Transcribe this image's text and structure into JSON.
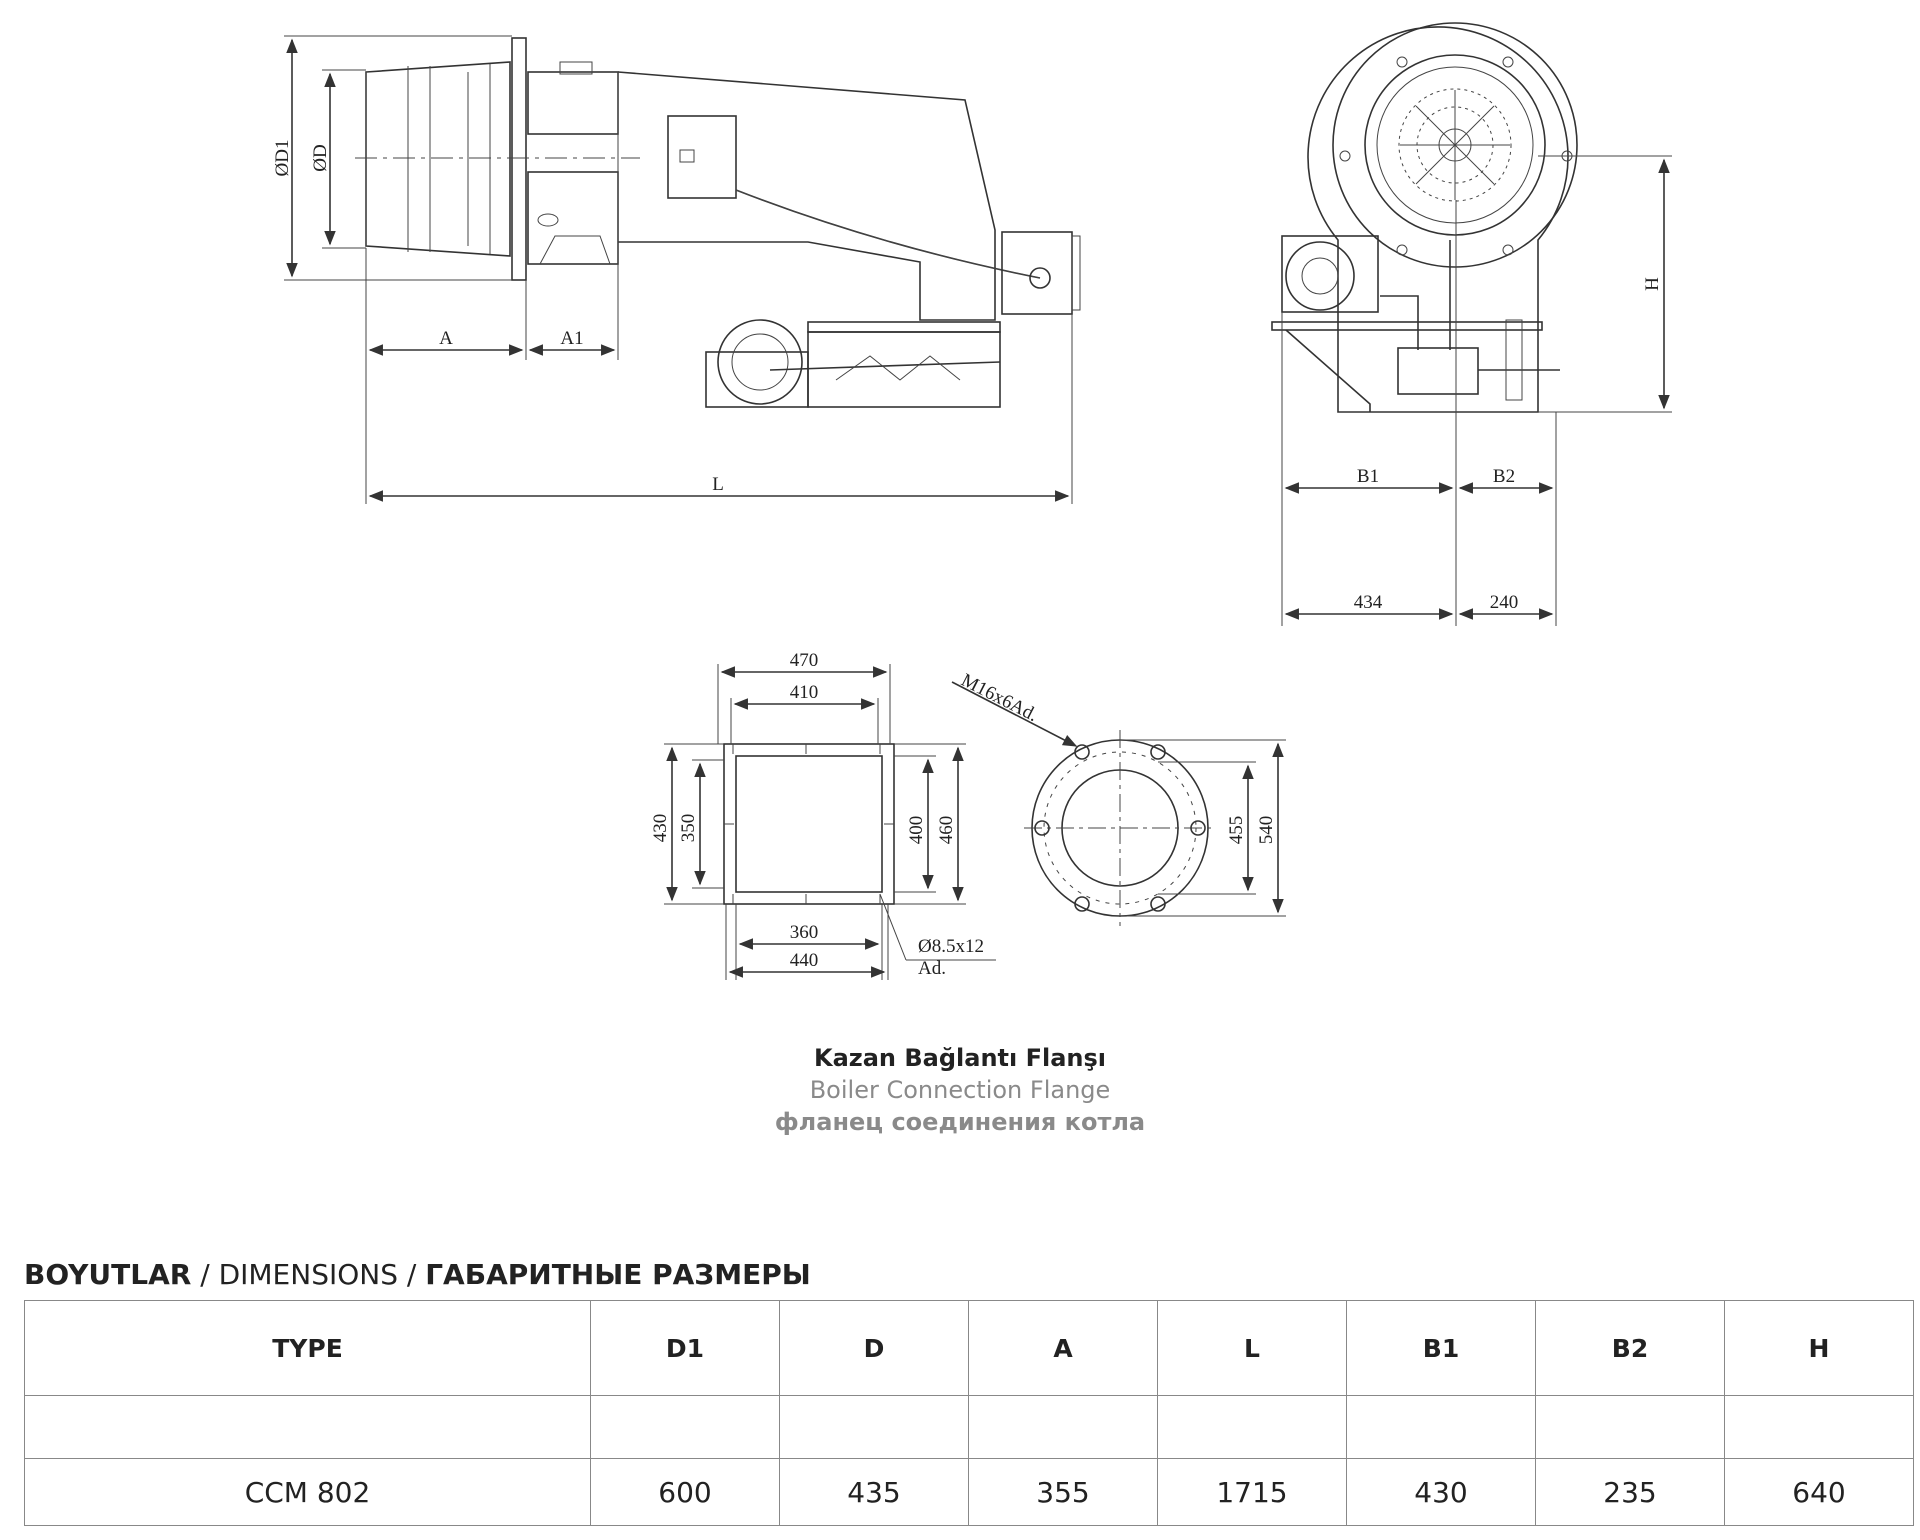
{
  "drawing_labels": {
    "od1": "ØD1",
    "od": "ØD",
    "a": "A",
    "a1": "A1",
    "l": "L",
    "h": "H",
    "b1": "B1",
    "b2": "B2",
    "w434": "434",
    "w240": "240",
    "f470": "470",
    "f410": "410",
    "f430": "430",
    "f350": "350",
    "f400": "400",
    "f460": "460",
    "f360": "360",
    "f440": "440",
    "hole_sq_1": "Ø8.5x12",
    "hole_sq_2": "Ad.",
    "thread": "M16x6Ad.",
    "f455": "455",
    "f540": "540"
  },
  "caption": {
    "tr": "Kazan Bağlantı Flanşı",
    "en": "Boiler Connection Flange",
    "ru": "фланец соединения котла"
  },
  "table": {
    "heading_tr": "BOYUTLAR",
    "heading_sep1": " / ",
    "heading_en": "DIMENSIONS",
    "heading_sep2": " / ",
    "heading_ru": "ГАБАРИТНЫЕ РАЗМЕРЫ",
    "columns": [
      "TYPE",
      "D1",
      "D",
      "A",
      "L",
      "B1",
      "B2",
      "H"
    ],
    "rows": [
      [
        "CCM 802",
        "600",
        "435",
        "355",
        "1715",
        "430",
        "235",
        "640"
      ]
    ]
  }
}
